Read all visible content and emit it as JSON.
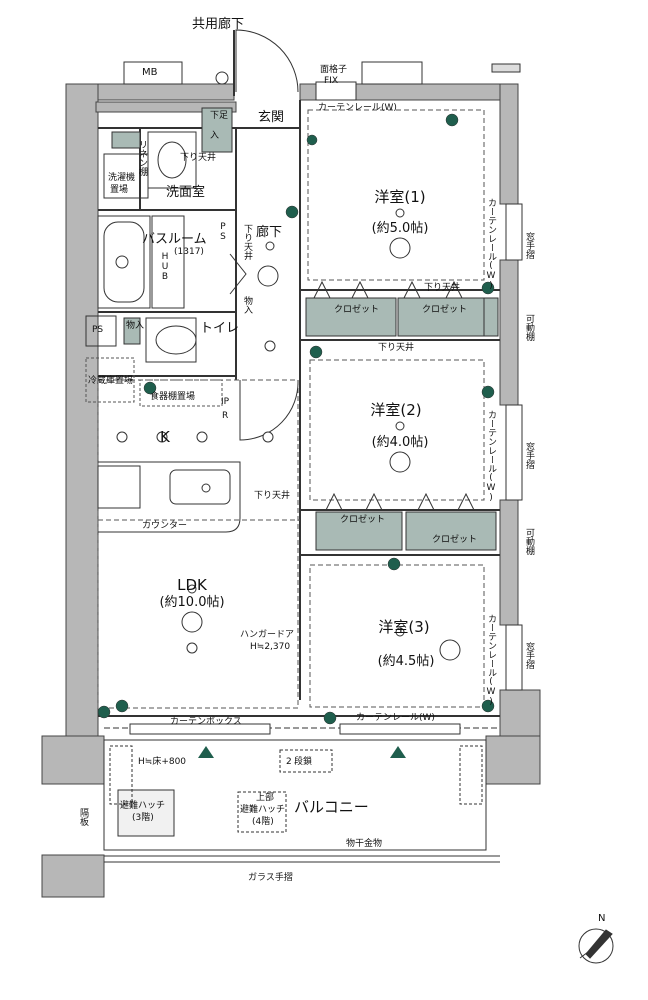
{
  "corridor_label": "共用廊下",
  "mb_label": "MB",
  "lattice_label": "面格子",
  "fix_label": "FIX",
  "entrance_label": "玄関",
  "shoe_storage": [
    "下足",
    "入"
  ],
  "curtain_rail_w": "カーテンレール(W)",
  "curtain_rail_vertical": "カーテンレール(W)",
  "window_rail_vertical": "窓手摺",
  "movable_shelf_vertical": "可動棚",
  "dropped_ceiling": "下り天井",
  "linen_vertical": "リネン棚",
  "washer_area": [
    "洗濯機",
    "置場"
  ],
  "washroom": "洗面室",
  "bathroom": "バスルーム",
  "bathroom_size": "(1317)",
  "hub": "HUB",
  "ps": "PS",
  "ps_vertical": "PS",
  "hallway": "廊下",
  "dropped_ceiling_vertical": "下り天井",
  "storage_mono": "物入",
  "storage_vertical": "物入",
  "toilet": "トイレ",
  "fridge_space": "冷蔵庫置場",
  "dish_shelf": "食器棚置場",
  "ip": "IP",
  "r": "R",
  "kitchen": "K",
  "counter": "カウンター",
  "closet": "クロゼット",
  "rooms": [
    {
      "name": "洋室(1)",
      "size": "(約5.0帖)"
    },
    {
      "name": "洋室(2)",
      "size": "(約4.0帖)"
    },
    {
      "name": "洋室(3)",
      "size": "(約4.5帖)"
    }
  ],
  "ldk": {
    "name": "LDK",
    "size": "(約10.0帖)"
  },
  "hanger_door": [
    "ハンガードア",
    "H≒2,370"
  ],
  "curtain_box": "カーテンボックス",
  "height_note": "H≒床+800",
  "step": "段鎖",
  "step_mark": "2",
  "escape_hatch": [
    "避難ハッチ",
    "(3階)"
  ],
  "upper_escape_hatch": [
    "上部",
    "避難ハッチ",
    "(4階)"
  ],
  "balcony": "バルコニー",
  "partition_vertical": "隔板",
  "drying_hardware": "物干金物",
  "glass_railing": "ガラス手摺",
  "north": "N"
}
